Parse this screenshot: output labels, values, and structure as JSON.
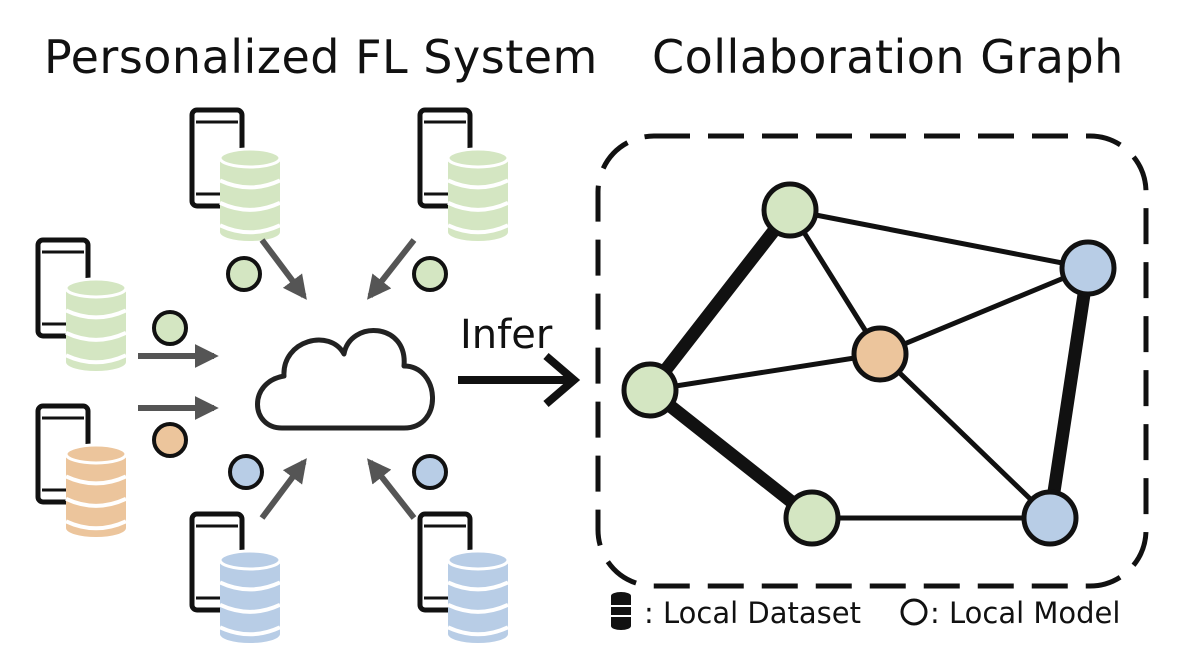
{
  "left_title": "Personalized FL System",
  "right_title": "Collaboration Graph",
  "arrow_label": "Infer",
  "legend": {
    "dataset": ": Local Dataset",
    "model": ": Local Model"
  },
  "colors": {
    "green": "#d4e6c2",
    "orange": "#ecc59c",
    "blue": "#b8cde6",
    "outline": "#111111",
    "arrow_gray": "#555555"
  },
  "clients": [
    {
      "name": "top-left",
      "color": "green"
    },
    {
      "name": "top-right",
      "color": "green"
    },
    {
      "name": "mid-left",
      "color": "green"
    },
    {
      "name": "lower-left",
      "color": "orange"
    },
    {
      "name": "bottom-left",
      "color": "blue"
    },
    {
      "name": "bottom-right",
      "color": "blue"
    }
  ],
  "graph_nodes": [
    {
      "id": "n-top",
      "color": "green"
    },
    {
      "id": "n-right",
      "color": "blue"
    },
    {
      "id": "n-center",
      "color": "orange"
    },
    {
      "id": "n-left",
      "color": "green"
    },
    {
      "id": "n-bottom",
      "color": "green"
    },
    {
      "id": "n-bottom-right",
      "color": "blue"
    }
  ],
  "graph_edges": [
    {
      "from": "n-top",
      "to": "n-right",
      "weight": "thin"
    },
    {
      "from": "n-top",
      "to": "n-left",
      "weight": "thick"
    },
    {
      "from": "n-top",
      "to": "n-center",
      "weight": "thin"
    },
    {
      "from": "n-center",
      "to": "n-right",
      "weight": "thin"
    },
    {
      "from": "n-left",
      "to": "n-center",
      "weight": "thin"
    },
    {
      "from": "n-left",
      "to": "n-bottom",
      "weight": "thick"
    },
    {
      "from": "n-center",
      "to": "n-bottom-right",
      "weight": "thin"
    },
    {
      "from": "n-bottom",
      "to": "n-bottom-right",
      "weight": "thin"
    },
    {
      "from": "n-right",
      "to": "n-bottom-right",
      "weight": "thick"
    }
  ]
}
